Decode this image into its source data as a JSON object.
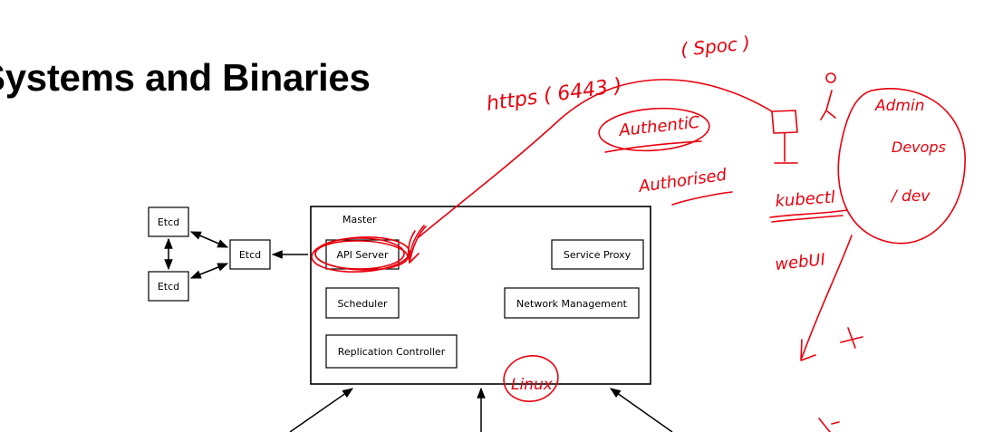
{
  "slide": {
    "title": "Systems and Binaries"
  },
  "diagram": {
    "etcd_top": "Etcd",
    "etcd_bottom": "Etcd",
    "etcd_mid": "Etcd",
    "master_label": "Master",
    "api_server": "API Server",
    "service_proxy": "Service Proxy",
    "scheduler": "Scheduler",
    "network_management": "Network Management",
    "replication_controller": "Replication Controller"
  },
  "annotations": {
    "https": "https ( 6443 )",
    "spoc": "( Spoc )",
    "authentic": "AuthentiC",
    "authorised": "Authorised",
    "admin": "Admin",
    "devops": "Devops",
    "dev": "/ dev",
    "kubectl": "kubectl",
    "webui": "webUI",
    "linux": "Linux",
    "ink_color": "#e8000d"
  }
}
